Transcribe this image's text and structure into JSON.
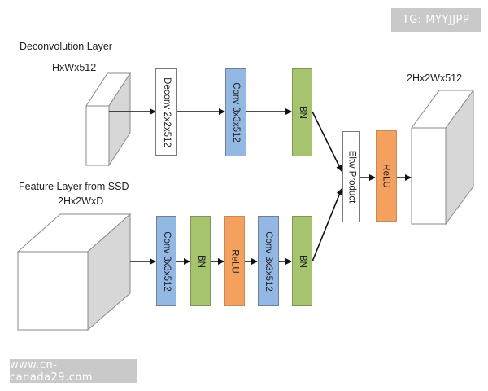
{
  "watermark_top": "TG: MYYJJPP",
  "watermark_bottom": "www.cn-canada29.com",
  "labels": {
    "deconv_layer": "Deconvolution Layer",
    "deconv_shape": "HxWx512",
    "feature_layer": "Feature Layer from SSD",
    "feature_shape": "2Hx2WxD",
    "output_shape": "2Hx2Wx512"
  },
  "top_branch": [
    "Deconv 2x2x512",
    "Conv 3x3x512",
    "BN"
  ],
  "bottom_branch": [
    "Conv 3x3x512",
    "BN",
    "ReLU",
    "Conv 3x3x512",
    "BN"
  ],
  "merge": [
    "Eltw Product",
    "ReLU"
  ],
  "colors": {
    "conv": "#93b8e4",
    "bn": "#a6c46d",
    "relu": "#f4a05f",
    "deconv": "#ffffff",
    "arrow": "#111111"
  }
}
